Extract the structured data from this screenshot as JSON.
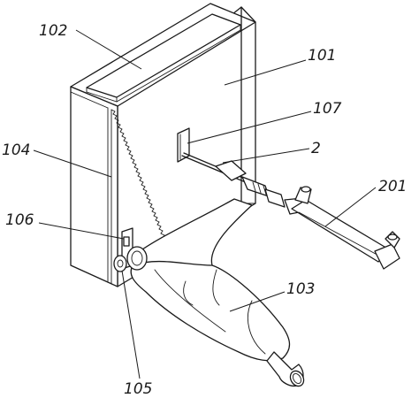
{
  "labels": {
    "l102": "102",
    "l101": "101",
    "l107": "107",
    "l104": "104",
    "l2": "2",
    "l201": "201",
    "l106": "106",
    "l103": "103",
    "l105": "105"
  }
}
